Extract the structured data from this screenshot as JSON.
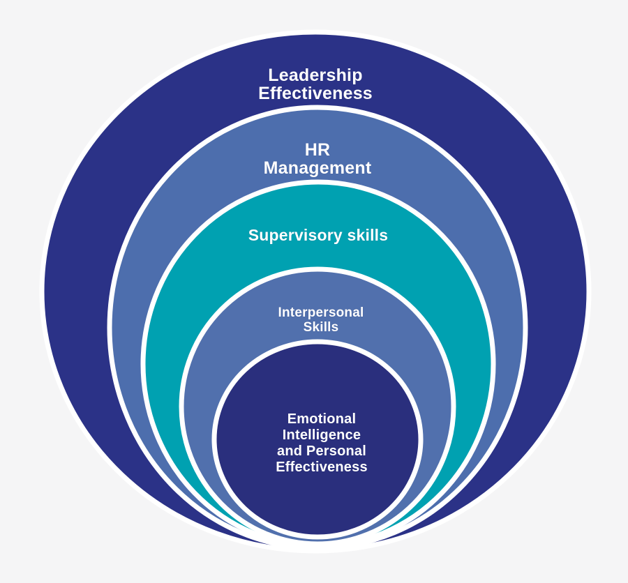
{
  "diagram": {
    "background_color": "#f5f5f6",
    "divider_color": "#ffffff",
    "rings": [
      {
        "id": "leadership-effectiveness",
        "label": "Leadership\nEffectiveness",
        "color": "#2b3287"
      },
      {
        "id": "hr-management",
        "label": "HR\nManagement",
        "color": "#4d6ead"
      },
      {
        "id": "supervisory-skills",
        "label": "Supervisory skills",
        "color": "#00a1b1"
      },
      {
        "id": "interpersonal-skills",
        "label": "Interpersonal\nSkills",
        "color": "#5170ad"
      },
      {
        "id": "emotional-intelligence",
        "label": "Emotional\nIntelligence\nand Personal\nEffectiveness",
        "color": "#2a2f7d"
      }
    ]
  }
}
